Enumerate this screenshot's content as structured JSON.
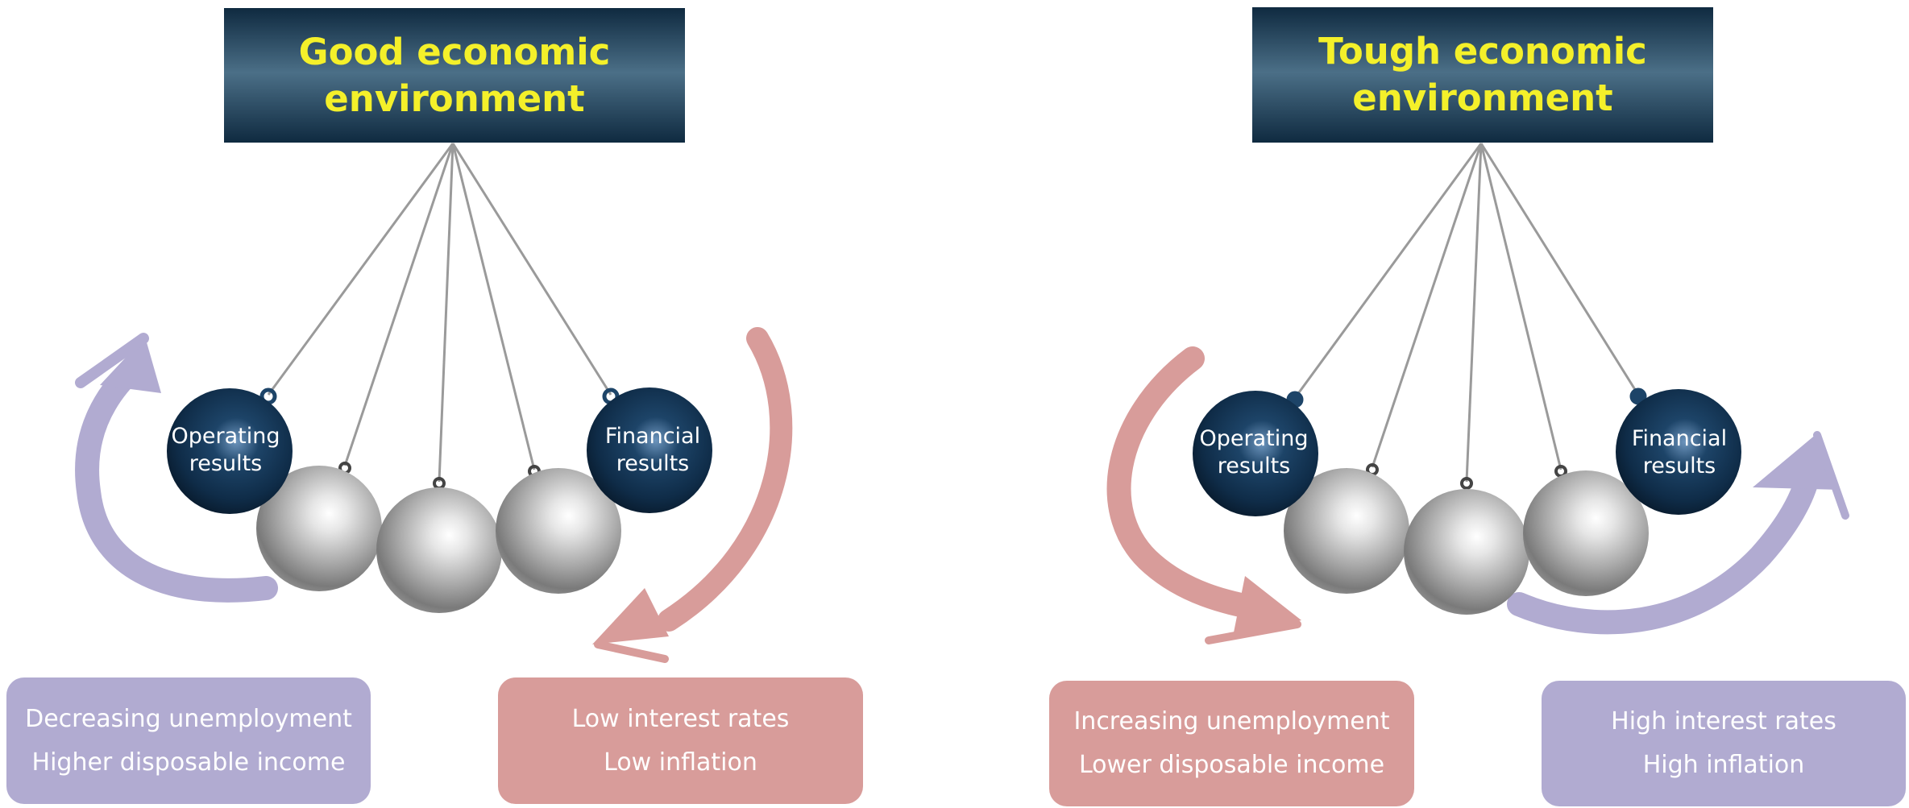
{
  "colors": {
    "header_text": "#f4f02a",
    "header_dark": "#0f2a40",
    "header_light": "#4b6f87",
    "purple": "#b1abd1",
    "red": "#d89c9a",
    "navy_ball": "#0f2c48",
    "silver_ball": "#b7b7b7",
    "string": "#9a9a9a"
  },
  "panels": [
    {
      "id": "good",
      "title_line1": "Good economic",
      "title_line2": "environment",
      "left_ball": {
        "line1": "Operating",
        "line2": "results"
      },
      "right_ball": {
        "line1": "Financial",
        "line2": "results"
      },
      "left_box": {
        "line1": "Decreasing unemployment",
        "line2": "Higher disposable income"
      },
      "right_box": {
        "line1": "Low interest rates",
        "line2": "Low inflation"
      }
    },
    {
      "id": "tough",
      "title_line1": "Tough economic",
      "title_line2": "environment",
      "left_ball": {
        "line1": "Operating",
        "line2": "results"
      },
      "right_ball": {
        "line1": "Financial",
        "line2": "results"
      },
      "left_box": {
        "line1": "Increasing unemployment",
        "line2": "Lower disposable income"
      },
      "right_box": {
        "line1": "High interest rates",
        "line2": "High inflation"
      }
    }
  ]
}
